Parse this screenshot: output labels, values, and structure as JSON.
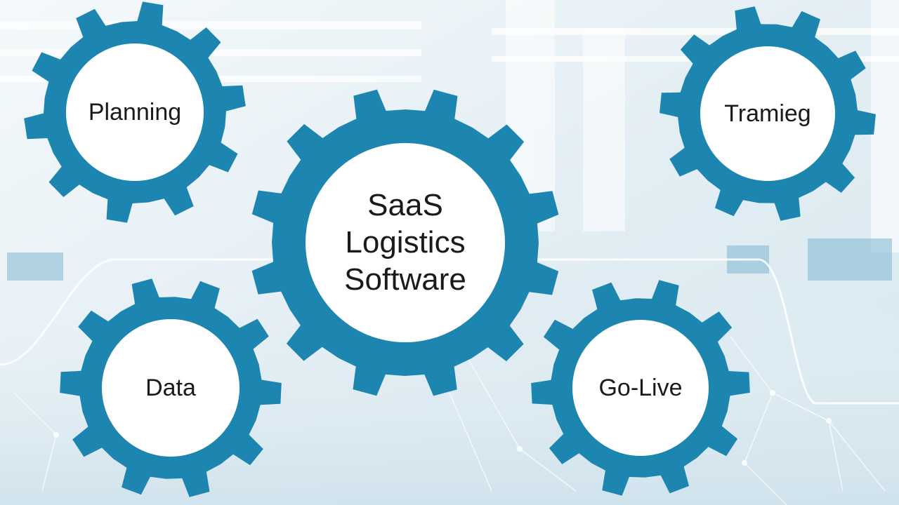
{
  "diagram": {
    "center": {
      "lines": [
        "SaaS",
        "Logistics",
        "Software"
      ]
    },
    "satellites": [
      {
        "id": "planning",
        "label": "Planning"
      },
      {
        "id": "training",
        "label": "Tramieg"
      },
      {
        "id": "data",
        "label": "Data"
      },
      {
        "id": "go-live",
        "label": "Go-Live"
      }
    ]
  },
  "colors": {
    "gear": "#1c86b0",
    "gear_inner": "#ffffff",
    "text": "#1a1a1a",
    "background": "#eaf2f6"
  }
}
